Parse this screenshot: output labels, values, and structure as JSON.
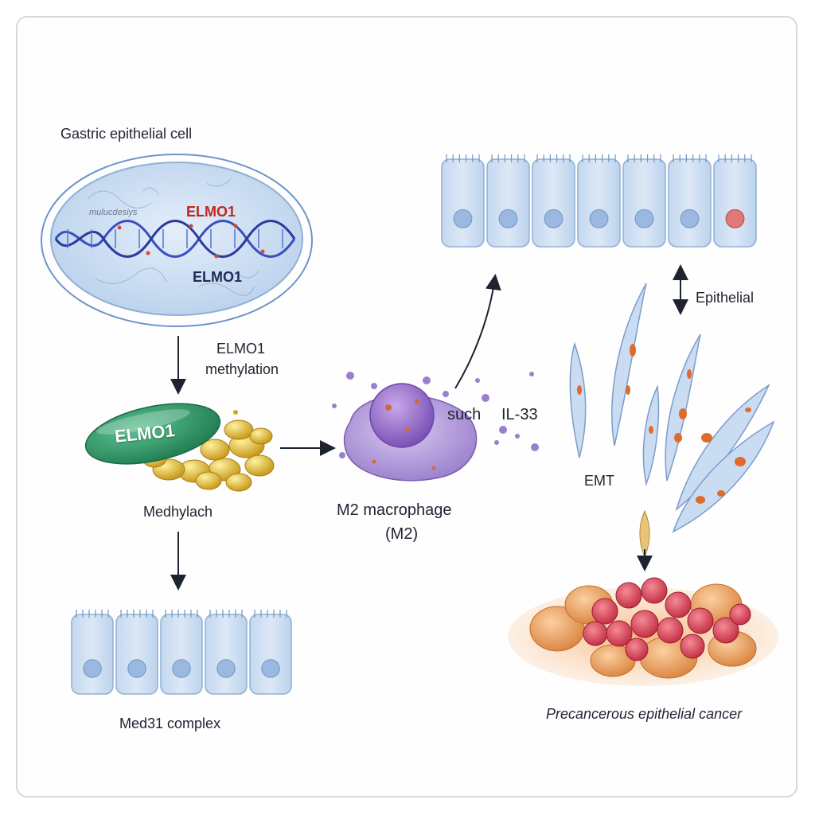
{
  "labels": {
    "gastric_cell": "Gastric epithelial cell",
    "dna_faint": "mulucdesiys",
    "elmo1_red": "ELMO1",
    "elmo1_dark": "ELMO1",
    "methylation_line1": "ELMO1",
    "methylation_line2": "methylation",
    "elmo1_pill": "ELMO1",
    "medhylach": "Medhylach",
    "med31": "Med31 complex",
    "m2_line1": "M2 macrophage",
    "m2_line2": "(M2)",
    "such": "such",
    "il33": "IL-33",
    "epithelial": "Epithelial",
    "emt": "EMT",
    "precancerous": "Precancerous epithelial cancer"
  },
  "colors": {
    "cell_fill": "#cfe0f2",
    "cell_stroke": "#8fb0d4",
    "dna": "#3a4fc0",
    "red_accent": "#c0281e",
    "pill_green": "#2f9a6a",
    "granule_gold": "#e2c23a",
    "macrophage": "#a78bd0",
    "tumor_red": "#d94a5a",
    "tumor_orange": "#e8a06a",
    "arrow": "#1e2330"
  }
}
